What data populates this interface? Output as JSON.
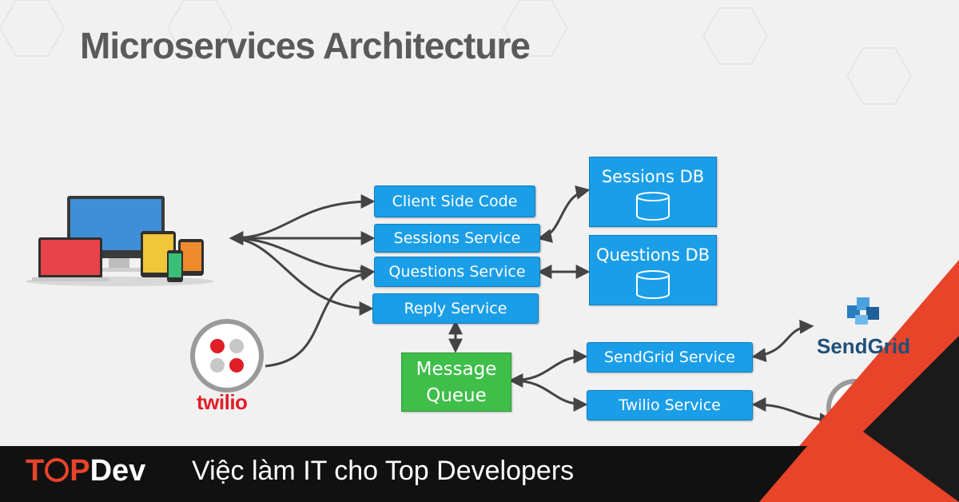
{
  "title": "Microservices Architecture",
  "services": {
    "client_side_code": "Client Side Code",
    "sessions_service": "Sessions Service",
    "questions_service": "Questions Service",
    "reply_service": "Reply Service",
    "sendgrid_service": "SendGrid Service",
    "twilio_service": "Twilio Service"
  },
  "databases": {
    "sessions_db": "Sessions DB",
    "questions_db": "Questions DB"
  },
  "message_queue": {
    "line1": "Message",
    "line2": "Queue"
  },
  "logos": {
    "twilio": "twilio",
    "sendgrid": "SendGrid"
  },
  "colors": {
    "service_blue": "#1b9ee8",
    "queue_green": "#3fbe4a",
    "twilio_red": "#e01e26",
    "accent_orange": "#e8442a",
    "footer_black": "#111111"
  },
  "footer": {
    "brand_prefix": "T",
    "brand_suffix": "P",
    "brand_dev": "Dev",
    "tagline": "Việc làm IT cho Top Developers"
  },
  "icons": [
    "devices-icon",
    "database-icon",
    "twilio-logo-icon",
    "sendgrid-logo-icon",
    "topdev-logo-icon"
  ]
}
